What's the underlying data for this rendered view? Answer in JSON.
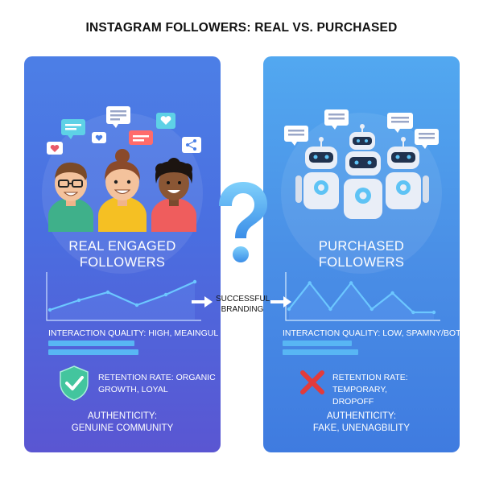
{
  "title": "INSTAGRAM FOLLOWERS: REAL VS. PURCHASED",
  "center_label_line1": "SUCCESSFUL",
  "center_label_line2": "BRANDING",
  "left": {
    "heading_line1": "REAL ENGAGED",
    "heading_line2": "FOLLOWERS",
    "interaction_label": "INTERACTION QUALITY: HIGH, MEAINGUL",
    "retention_line1": "RETENTION RATE: ORGANIC",
    "retention_line2": "GROWTH, LOYAL",
    "authenticity_line1": "AUTHENTICITY:",
    "authenticity_line2": "GENUINE COMMUNITY",
    "chart_trend": [
      0.18,
      0.42,
      0.62,
      0.3,
      0.56,
      0.88
    ],
    "bar_fills": [
      0.82,
      0.86
    ],
    "retention_icon": "shield-check-icon",
    "colors": {
      "accent": "#58b6f4",
      "check": "#43c59e"
    }
  },
  "right": {
    "heading_line1": "PURCHASED",
    "heading_line2": "FOLLOWERS",
    "interaction_label": "INTERACTION QUALITY: LOW, SPAMNY/BOT-LIKE",
    "retention_line1": "RETENTION RATE: TEMPORARY,",
    "retention_line2": "DROPOFF",
    "authenticity_line1": "AUTHENTICITY:",
    "authenticity_line2": "FAKE, UNENAGBILITY",
    "chart_trend": [
      0.2,
      0.85,
      0.2,
      0.85,
      0.2,
      0.6,
      0.12,
      0.12
    ],
    "bar_fills": [
      0.66,
      0.72
    ],
    "retention_icon": "red-x-icon",
    "colors": {
      "accent": "#58b6f4",
      "cross": "#e23b3b"
    }
  }
}
